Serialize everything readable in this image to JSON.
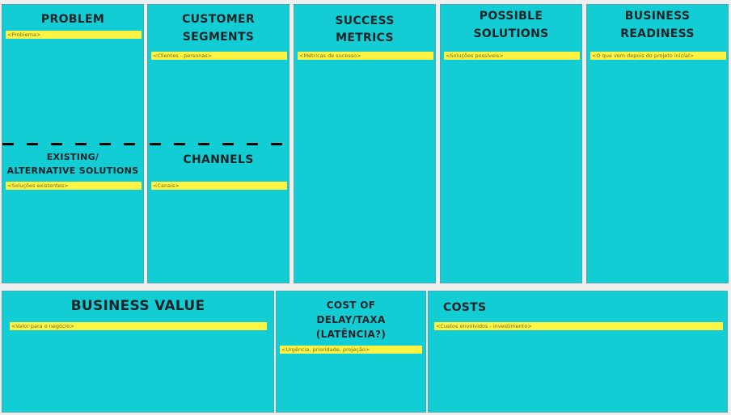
{
  "colors": {
    "panel": "#13cdd4",
    "sticky": "#fff442",
    "background": "#efefef"
  },
  "panels": {
    "problem": {
      "title": "PROBLEM",
      "note": "<Problema>"
    },
    "existing": {
      "title_line1": "EXISTING/",
      "title_line2": "ALTERNATIVE SOLUTIONS",
      "note": "<Soluções existentes>"
    },
    "customer_segments": {
      "title_line1": "CUSTOMER",
      "title_line2": "SEGMENTS",
      "note": "<Clientes - personas>"
    },
    "channels": {
      "title": "CHANNELS",
      "note": "<Canais>"
    },
    "success_metrics": {
      "title_line1": "SUCCESS",
      "title_line2": "METRICS",
      "note": "<Métricas de sucesso>"
    },
    "possible_solutions": {
      "title_line1": "POSSIBLE",
      "title_line2": "SOLUTIONS",
      "note": "<Soluções possíveis>"
    },
    "business_readiness": {
      "title_line1": "BUSINESS",
      "title_line2": "READINESS",
      "note": "<O que vem depois do projeto inicial>"
    },
    "business_value": {
      "title": "BUSINESS VALUE",
      "note": "<Valor para o negócio>"
    },
    "cost_of_delay": {
      "title_line1": "COST OF",
      "title_line2": "DELAY/TAXA",
      "title_line3": "(LATÊNCIA?)",
      "note": "<Urgência, prioridade, projeção>"
    },
    "costs": {
      "title": "COSTS",
      "note": "<Custos envolvidos - investimento>"
    }
  }
}
